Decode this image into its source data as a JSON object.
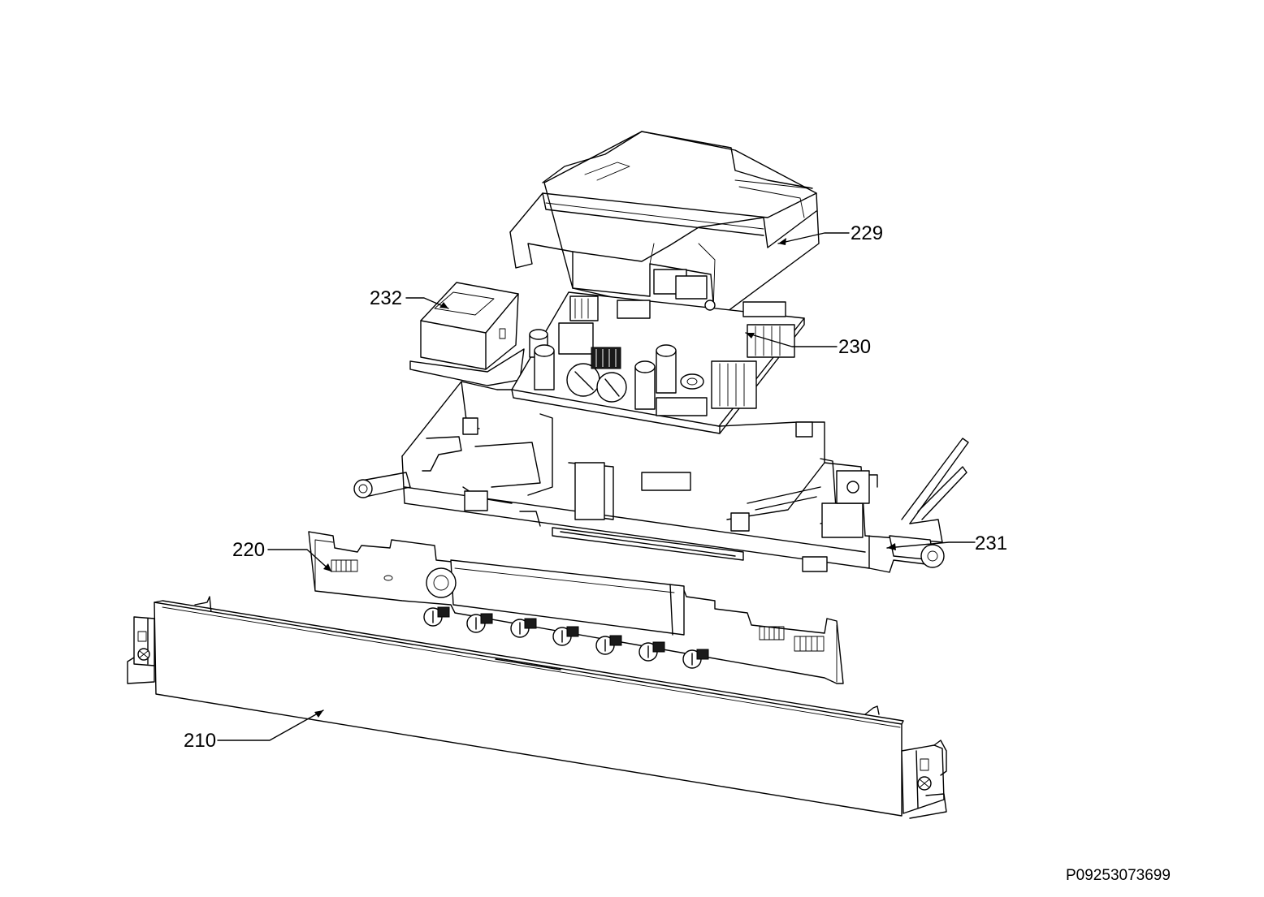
{
  "callouts": [
    {
      "id": "229",
      "text": "229"
    },
    {
      "id": "232",
      "text": "232"
    },
    {
      "id": "230",
      "text": "230"
    },
    {
      "id": "220",
      "text": "220"
    },
    {
      "id": "231",
      "text": "231"
    },
    {
      "id": "210",
      "text": "210"
    }
  ],
  "reference_code": "P09253073699",
  "colors": {
    "line": "#000000",
    "background": "#ffffff"
  }
}
